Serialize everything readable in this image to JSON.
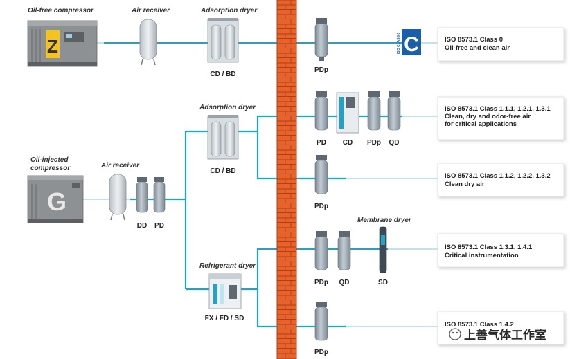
{
  "equipment": {
    "oil_free_compressor": "Oil-free compressor",
    "air_receiver_top": "Air receiver",
    "adsorption_dryer_top": "Adsorption dryer",
    "adsorption_dryer_mid": "Adsorption dryer",
    "oil_injected_compressor_line1": "Oil-injected",
    "oil_injected_compressor_line2": "compressor",
    "air_receiver_mid": "Air receiver",
    "refrigerant_dryer": "Refrigerant dryer",
    "membrane_dryer": "Membrane dryer",
    "compressor_logo_z": "Z",
    "compressor_logo_g": "G",
    "class0_badge_text": "ISO CLASS 0"
  },
  "codes": {
    "cd_bd_top": "CD / BD",
    "cd_bd_mid": "CD / BD",
    "dd": "DD",
    "pd": "PD",
    "fx_fd_sd": "FX / FD / SD",
    "pdp_1": "PDp",
    "pd_2": "PD",
    "cd_2": "CD",
    "pdp_2": "PDp",
    "qd_2": "QD",
    "pdp_3": "PDp",
    "pdp_4": "PDp",
    "qd_4": "QD",
    "sd_4": "SD",
    "pdp_5": "PDp"
  },
  "results": [
    {
      "line1": "ISO 8573.1 Class 0",
      "line2": "Oil-free and clean air",
      "line3": ""
    },
    {
      "line1": "ISO 8573.1 Class 1.1.1, 1.2.1, 1.3.1",
      "line2": "Clean, dry and odor-free air",
      "line3": "for critical applications"
    },
    {
      "line1": "ISO 8573.1 Class 1.1.2, 1.2.2, 1.3.2",
      "line2": "Clean dry air",
      "line3": ""
    },
    {
      "line1": "ISO 8573.1 Class 1.3.1, 1.4.1",
      "line2": "Critical instrumentation",
      "line3": ""
    },
    {
      "line1": "ISO 8573.1 Class 1.4.2",
      "line2": "",
      "line3": ""
    }
  ],
  "watermark": "上善气体工作室",
  "colors": {
    "pipe": "#1fa3c7",
    "wall": "#e8622a",
    "filter_body": "#a9b4bd",
    "badge": "#1b5fa8"
  }
}
